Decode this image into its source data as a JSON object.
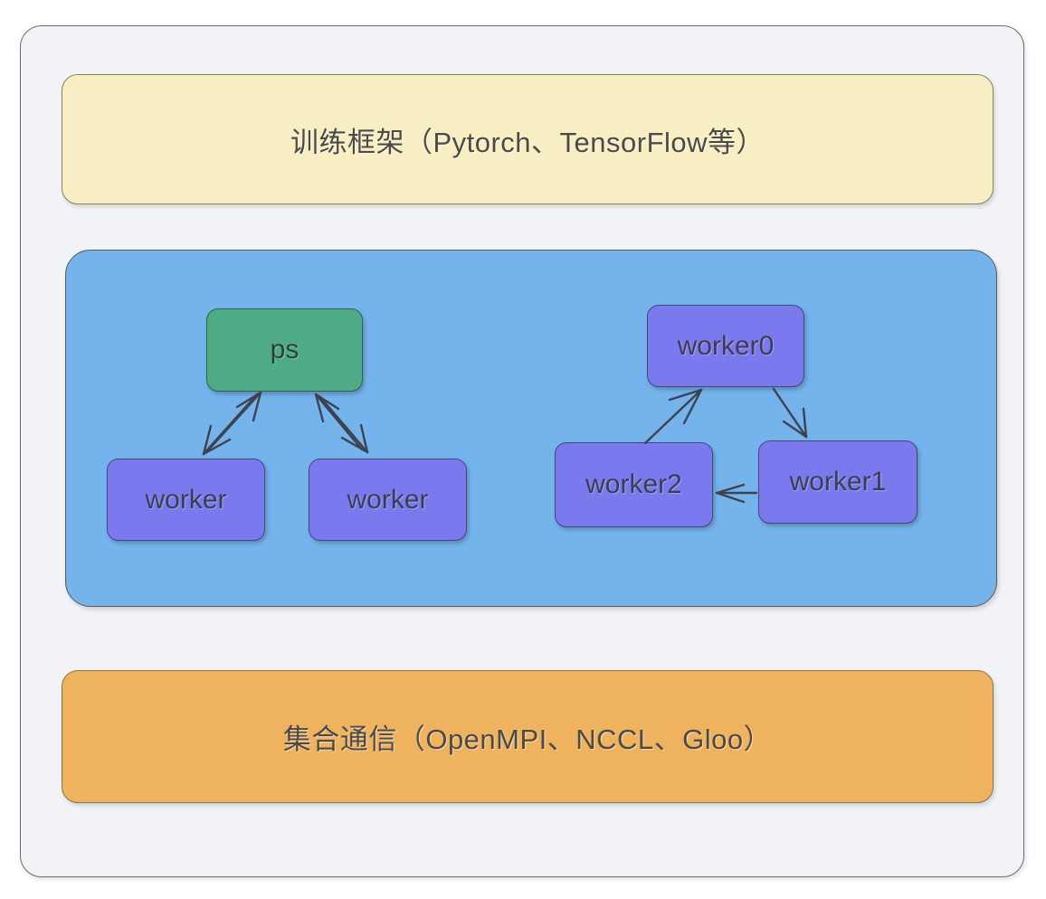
{
  "diagram": {
    "title_top": "训练框架（Pytorch、TensorFlow等）",
    "title_bottom": "集合通信（OpenMPI、NCCL、Gloo）",
    "colors": {
      "page_background": "#ffffff",
      "outer_frame_fill": "#f1f3f6",
      "outer_frame_border": "#6e6e6e",
      "banner_framework_fill": "#f7efc3",
      "banner_comm_fill": "#efb25e",
      "panel_fill": "#74b3ec",
      "node_green_fill": "#4fab85",
      "node_purple_fill": "#7a7aee",
      "node_border": "#46467a",
      "edge_stroke": "#3e4250",
      "text_color": "#3c3c52",
      "banner_text_color": "#4d4a46"
    },
    "layers": {
      "framework_banner": {
        "label": "训练框架（Pytorch、TensorFlow等）"
      },
      "communication_banner": {
        "label": "集合通信（OpenMPI、NCCL、Gloo）"
      },
      "architecture_panel": {
        "parameter_server_cluster": {
          "nodes": [
            {
              "id": "ps",
              "label": "ps",
              "kind": "parameter-server",
              "color": "#4fab85"
            },
            {
              "id": "worker-a",
              "label": "worker",
              "kind": "worker",
              "color": "#7a7aee"
            },
            {
              "id": "worker-b",
              "label": "worker",
              "kind": "worker",
              "color": "#7a7aee"
            }
          ],
          "edges": [
            {
              "from": "ps",
              "to": "worker-a",
              "direction": "bidirectional"
            },
            {
              "from": "ps",
              "to": "worker-b",
              "direction": "bidirectional"
            }
          ]
        },
        "ring_allreduce_cluster": {
          "nodes": [
            {
              "id": "worker0",
              "label": "worker0",
              "kind": "worker",
              "color": "#7a7aee"
            },
            {
              "id": "worker1",
              "label": "worker1",
              "kind": "worker",
              "color": "#7a7aee"
            },
            {
              "id": "worker2",
              "label": "worker2",
              "kind": "worker",
              "color": "#7a7aee"
            }
          ],
          "edges": [
            {
              "from": "worker0",
              "to": "worker1",
              "direction": "directed"
            },
            {
              "from": "worker1",
              "to": "worker2",
              "direction": "directed"
            },
            {
              "from": "worker2",
              "to": "worker0",
              "direction": "directed"
            }
          ]
        }
      }
    }
  }
}
